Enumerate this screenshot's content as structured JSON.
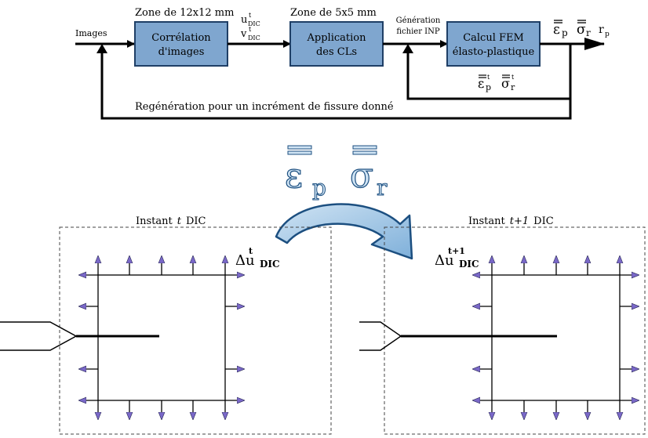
{
  "flow": {
    "input_label": "Images",
    "boxes": [
      {
        "title": "Zone de 12x12 mm",
        "line1": "Corrélation",
        "line2": "d'images"
      },
      {
        "title": "Zone de 5x5 mm",
        "line1": "Application",
        "line2": "des CLs"
      },
      {
        "title": "",
        "line1": "Calcul FEM",
        "line2": "élasto-plastique"
      }
    ],
    "dic_u": "u",
    "dic_v": "v",
    "dic_sup": "t",
    "dic_sub": "DIC",
    "generation_line1": "Génération",
    "generation_line2": "fichier INP",
    "out_eps": "ε",
    "out_eps_sub": "p",
    "out_sigma": "σ",
    "out_sigma_sub": "r",
    "out_r": "r",
    "out_r_sub": "p",
    "feedback_sup": "t",
    "regeneration_label": "Regénération pour un incrément de fissure donné"
  },
  "transfer": {
    "eps": "ε",
    "eps_sub": "p",
    "sigma": "σ",
    "sigma_sub": "r"
  },
  "panels": [
    {
      "title_prefix": "Instant",
      "instant": "t",
      "title_suffix": "DIC",
      "delta": "Δu",
      "delta_sub": "DIC",
      "delta_sup": "t"
    },
    {
      "title_prefix": "Instant",
      "instant": "t+1",
      "title_suffix": "DIC",
      "delta": "Δu",
      "delta_sub": "DIC",
      "delta_sup": "t+1"
    }
  ],
  "colors": {
    "box_fill": "#7fa6cf",
    "box_border": "#1f3f66",
    "arrow_fill": "#9ec4e2",
    "arrow_stroke": "#1c4f80",
    "bc_arrow": "#7a68c8"
  }
}
